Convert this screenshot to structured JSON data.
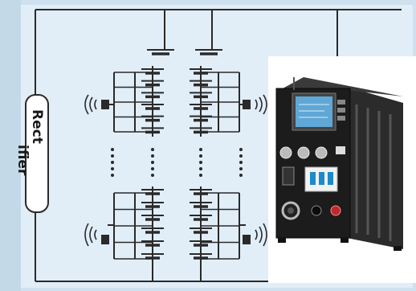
{
  "diagram": {
    "rectifier_label_line1": "Rect",
    "rectifier_label_line2": "ifier",
    "colors": {
      "background": "#cfe1ee",
      "panel": "#e1eef8",
      "wire": "#2a2a2a",
      "device_body": "#1c1c1c",
      "device_screen": "#5fa7d6",
      "breaker": "#f2f2f2",
      "terminal_red": "#c0272d"
    },
    "battery_strings": 2,
    "battery_groups_per_string": 2,
    "icons": [
      "rectifier-module",
      "battery-cell",
      "wireless-sensor",
      "ellipsis-dots",
      "battery-discharge-tester"
    ]
  }
}
